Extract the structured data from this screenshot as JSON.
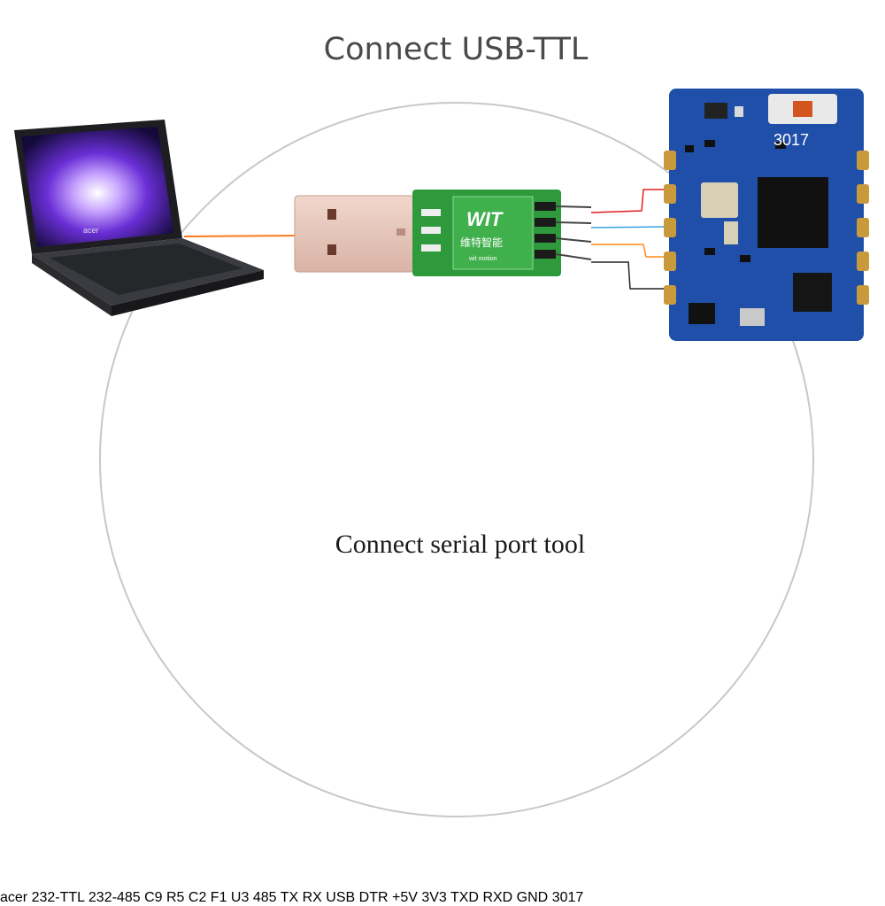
{
  "titles": {
    "usb_ttl": "Connect USB-TTL",
    "serial_tool": "Connect serial port tool"
  },
  "usb_ttl_module": {
    "brand": "WIT",
    "brand_cn": "维特智能",
    "brand_en": "wit motion"
  },
  "serial_tool_module": {
    "mode_label": "232-TTL",
    "mode_label_2": "232-485",
    "pin_labels": [
      "DTR",
      "+5V",
      "3V3",
      "TXD",
      "RXD",
      "GND"
    ],
    "led_labels": [
      "TX",
      "RX",
      "USB"
    ],
    "component_labels": [
      "C9",
      "R5",
      "C2",
      "F1",
      "U3",
      "485"
    ]
  },
  "sensor": {
    "chip_marking": "3017"
  },
  "laptop": {
    "logo": "acer"
  },
  "colors": {
    "circle": "#c8c8c8",
    "usb_cable": "#ff7a1a",
    "wire_vcc": "#e02020",
    "wire_rx": "#3aa0e0",
    "wire_tx": "#ff8a1a",
    "wire_gnd": "#222222",
    "pcb_green": "#2e9a3c",
    "pcb_blue": "#1f4fa8"
  }
}
